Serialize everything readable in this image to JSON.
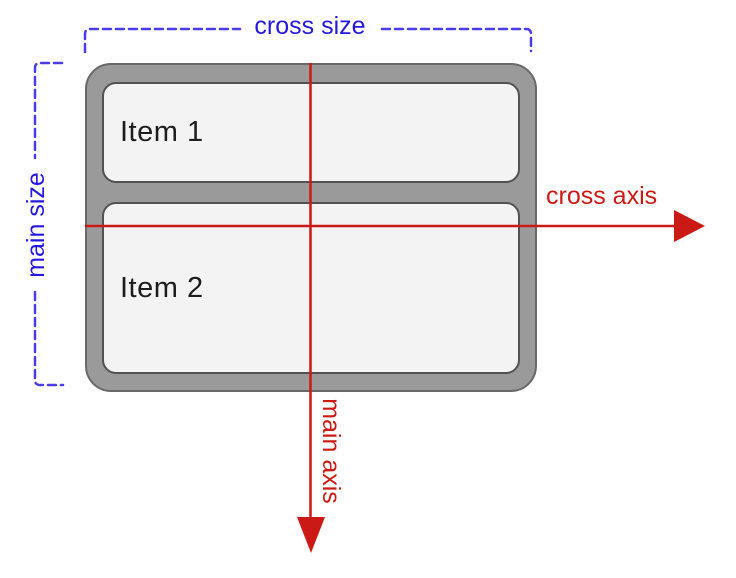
{
  "diagram": {
    "kind": "flexbox-axes",
    "labels": {
      "cross_size": "cross size",
      "main_size": "main size",
      "cross_axis": "cross axis",
      "main_axis": "main axis"
    },
    "items": [
      {
        "label": "Item 1"
      },
      {
        "label": "Item 2"
      }
    ]
  },
  "colors": {
    "size_label_blue": "#2517df",
    "bracket_blue": "#4a3ce6",
    "axis_red": "#cb1a15",
    "container_fill": "#9a9a9a",
    "container_border": "#696969",
    "item_fill": "#f3f3f3",
    "item_border": "#525252",
    "item_text": "#1d1d1d"
  }
}
